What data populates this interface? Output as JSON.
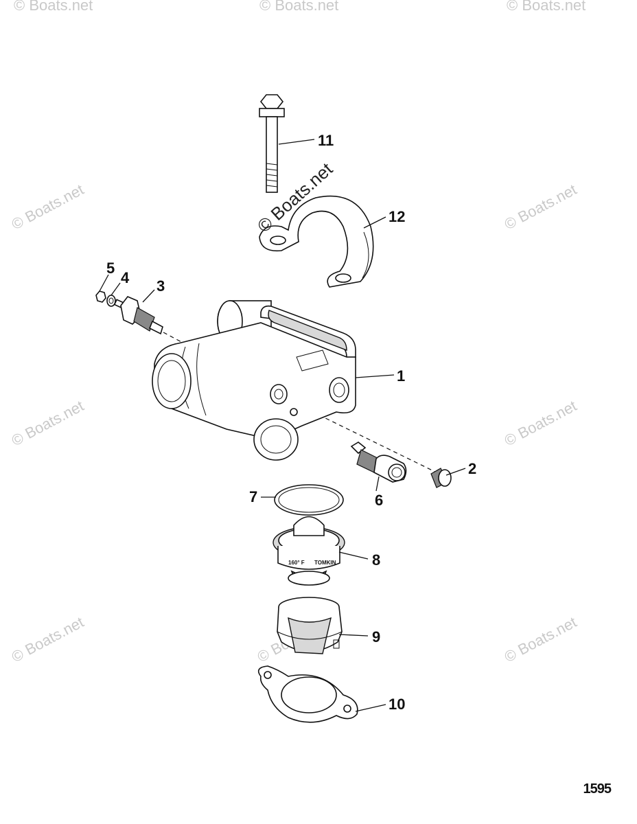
{
  "watermark": "© Boats.net",
  "figure_number": "1595",
  "callouts": [
    {
      "id": "1",
      "label": "1"
    },
    {
      "id": "2",
      "label": "2"
    },
    {
      "id": "3",
      "label": "3"
    },
    {
      "id": "4",
      "label": "4"
    },
    {
      "id": "5",
      "label": "5"
    },
    {
      "id": "6",
      "label": "6"
    },
    {
      "id": "7",
      "label": "7"
    },
    {
      "id": "8",
      "label": "8"
    },
    {
      "id": "9",
      "label": "9"
    },
    {
      "id": "10",
      "label": "10"
    },
    {
      "id": "11",
      "label": "11"
    },
    {
      "id": "12",
      "label": "12"
    }
  ],
  "thermostat_markings": {
    "temp": "160° F",
    "brand": "TOMKIN"
  }
}
